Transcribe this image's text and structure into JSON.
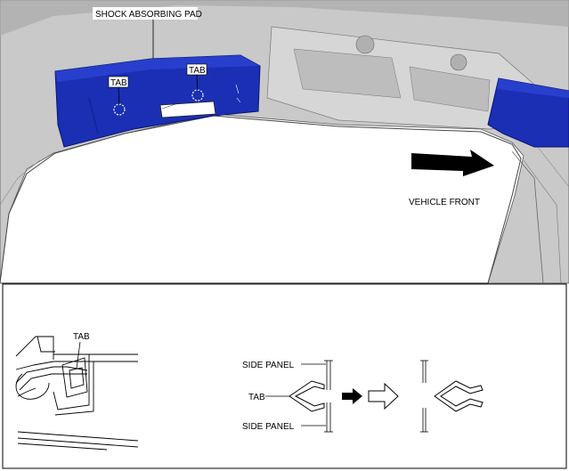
{
  "labels": {
    "shock_absorbing_pad": "SHOCK ABSORBING PAD",
    "tab": "TAB",
    "vehicle_front": "VEHICLE FRONT",
    "side_panel": "SIDE PANEL"
  },
  "colors": {
    "pad_blue": "#1a2fb4",
    "pad_blue_dark": "#0f1f8a",
    "body_gray": "#c8c8c8",
    "body_gray_dark": "#8e8e8e",
    "arrow_black": "#000000"
  },
  "icons": {
    "direction_arrow": "arrow-right-icon",
    "process_arrow": "arrow-right-icon",
    "outline_arrow": "arrow-right-outline-icon"
  }
}
